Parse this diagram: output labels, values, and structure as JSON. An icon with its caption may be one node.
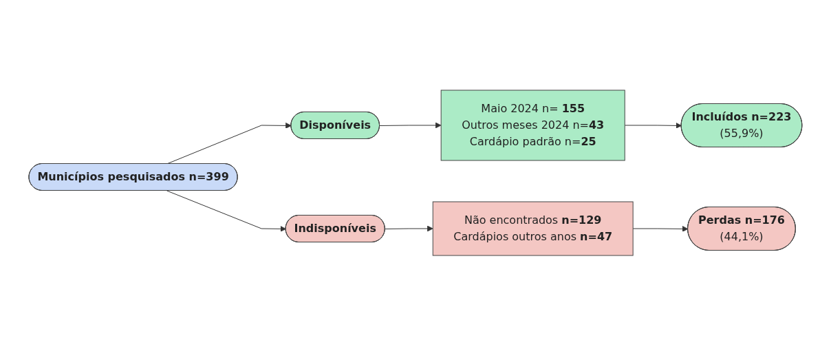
{
  "diagram": {
    "nodes": [
      {
        "text": [
          "Municípios pesquisados n=399"
        ]
      },
      {
        "text": [
          "Disponíveis"
        ]
      },
      {
        "text": [
          "Maio 2024 n= **155**",
          "Outros meses 2024 n=**43**",
          "Cardápio padrão n=**25**"
        ]
      },
      {
        "text": [
          "Incluídos n=223",
          "(55,9%)"
        ]
      },
      {
        "text": [
          "Indisponíveis"
        ]
      },
      {
        "text": [
          "Não encontrados **n=129**",
          "Cardápios outros anos **n=47**"
        ]
      },
      {
        "text": [
          "Perdas n=176",
          "(44,1%)"
        ]
      }
    ],
    "edges": [
      {
        "from": 0,
        "to": 1,
        "arrow": "to"
      },
      {
        "from": 0,
        "to": 4,
        "arrow": "to"
      },
      {
        "from": 1,
        "to": 2,
        "arrow": "to"
      },
      {
        "from": 2,
        "to": 3,
        "arrow": "to"
      },
      {
        "from": 4,
        "to": 5,
        "arrow": "to"
      },
      {
        "from": 5,
        "to": 6,
        "arrow": "to"
      }
    ]
  }
}
